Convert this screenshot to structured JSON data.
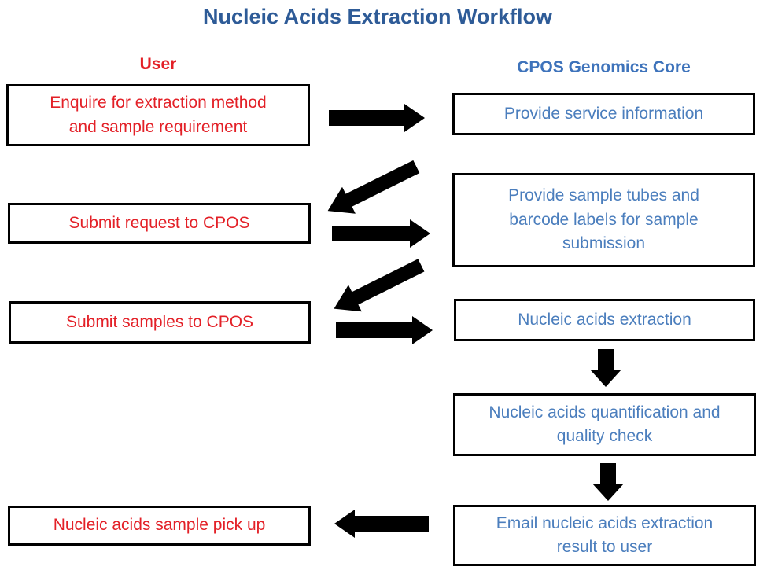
{
  "title": "Nucleic Acids Extraction Workflow",
  "user": {
    "header": "User",
    "boxes": [
      "Enquire for extraction method\nand sample requirement",
      "Submit request to CPOS",
      "Submit samples to CPOS",
      "Nucleic acids sample pick up"
    ]
  },
  "core": {
    "header": "CPOS Genomics Core",
    "boxes": [
      "Provide service information",
      "Provide sample tubes and\nbarcode labels for sample\nsubmission",
      "Nucleic acids extraction",
      "Nucleic acids quantification and\nquality check",
      "Email nucleic acids extraction\nresult to user"
    ]
  },
  "colors": {
    "title": "#2E5B97",
    "user_text": "#E32027",
    "core_header": "#3E73BB",
    "core_text": "#4B7EBD",
    "arrow": "#000000",
    "box_border": "#000000",
    "background": "#FFFFFF"
  }
}
